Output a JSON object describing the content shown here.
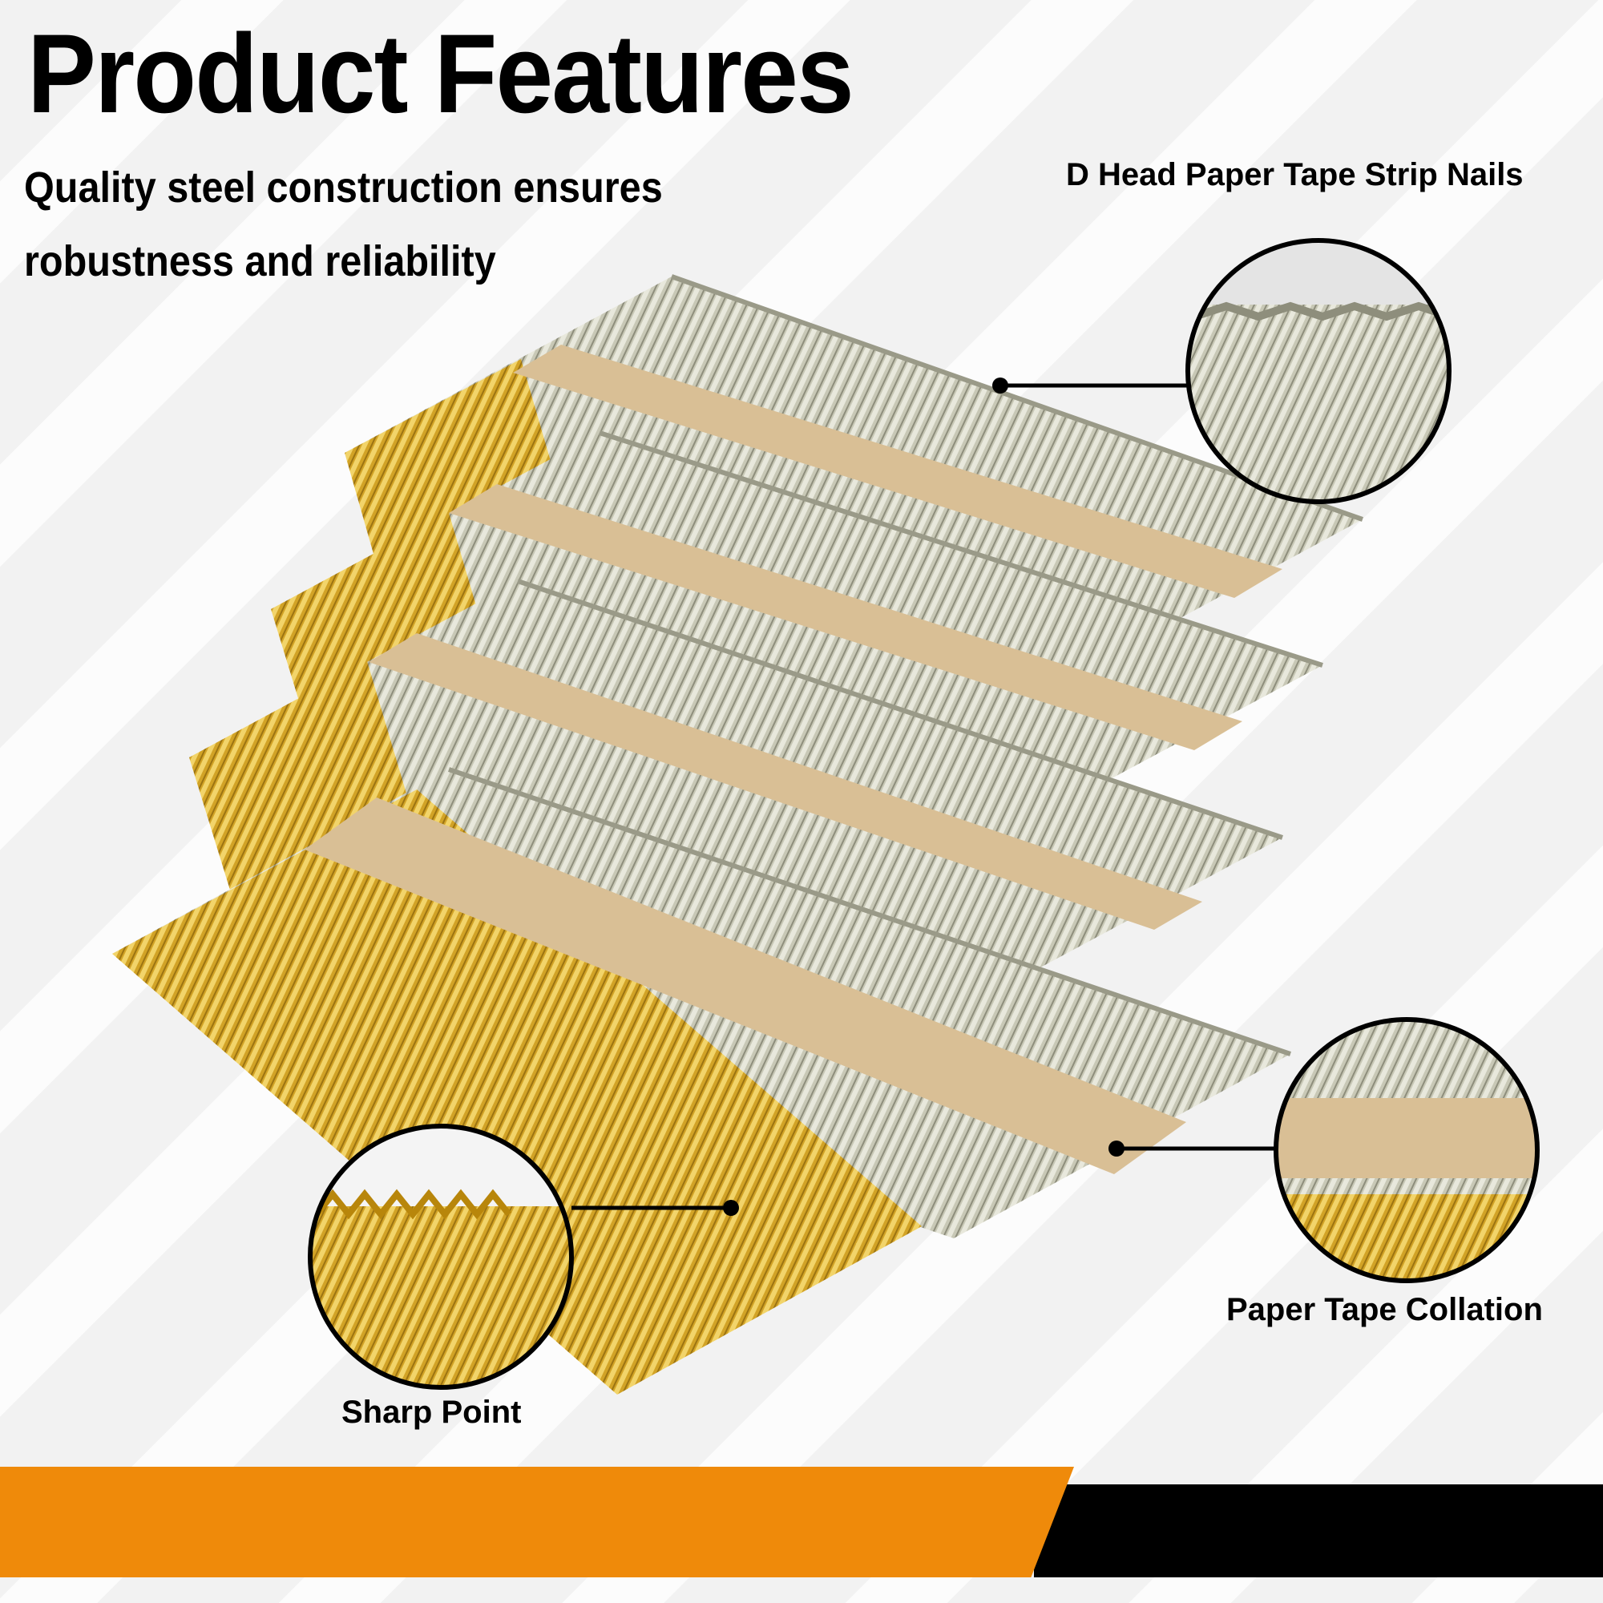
{
  "header": {
    "title": "Product Features",
    "subtitle_line1": "Quality steel construction ensures",
    "subtitle_line2": "robustness and reliability"
  },
  "callouts": {
    "strip_nails": "D Head Paper Tape Strip Nails",
    "tape_collation": "Paper Tape Collation",
    "sharp_point": "Sharp Point"
  },
  "colors": {
    "accent_orange": "#ef8a0a",
    "footer_black": "#000000",
    "paper_tape": "#d9bf95",
    "nail_silver": "#c9c9b8",
    "nail_gold": "#d7a928"
  },
  "icons": {
    "strip_zoom": "zoom-circle-icon",
    "tape_zoom": "zoom-circle-icon",
    "point_zoom": "zoom-circle-icon"
  }
}
